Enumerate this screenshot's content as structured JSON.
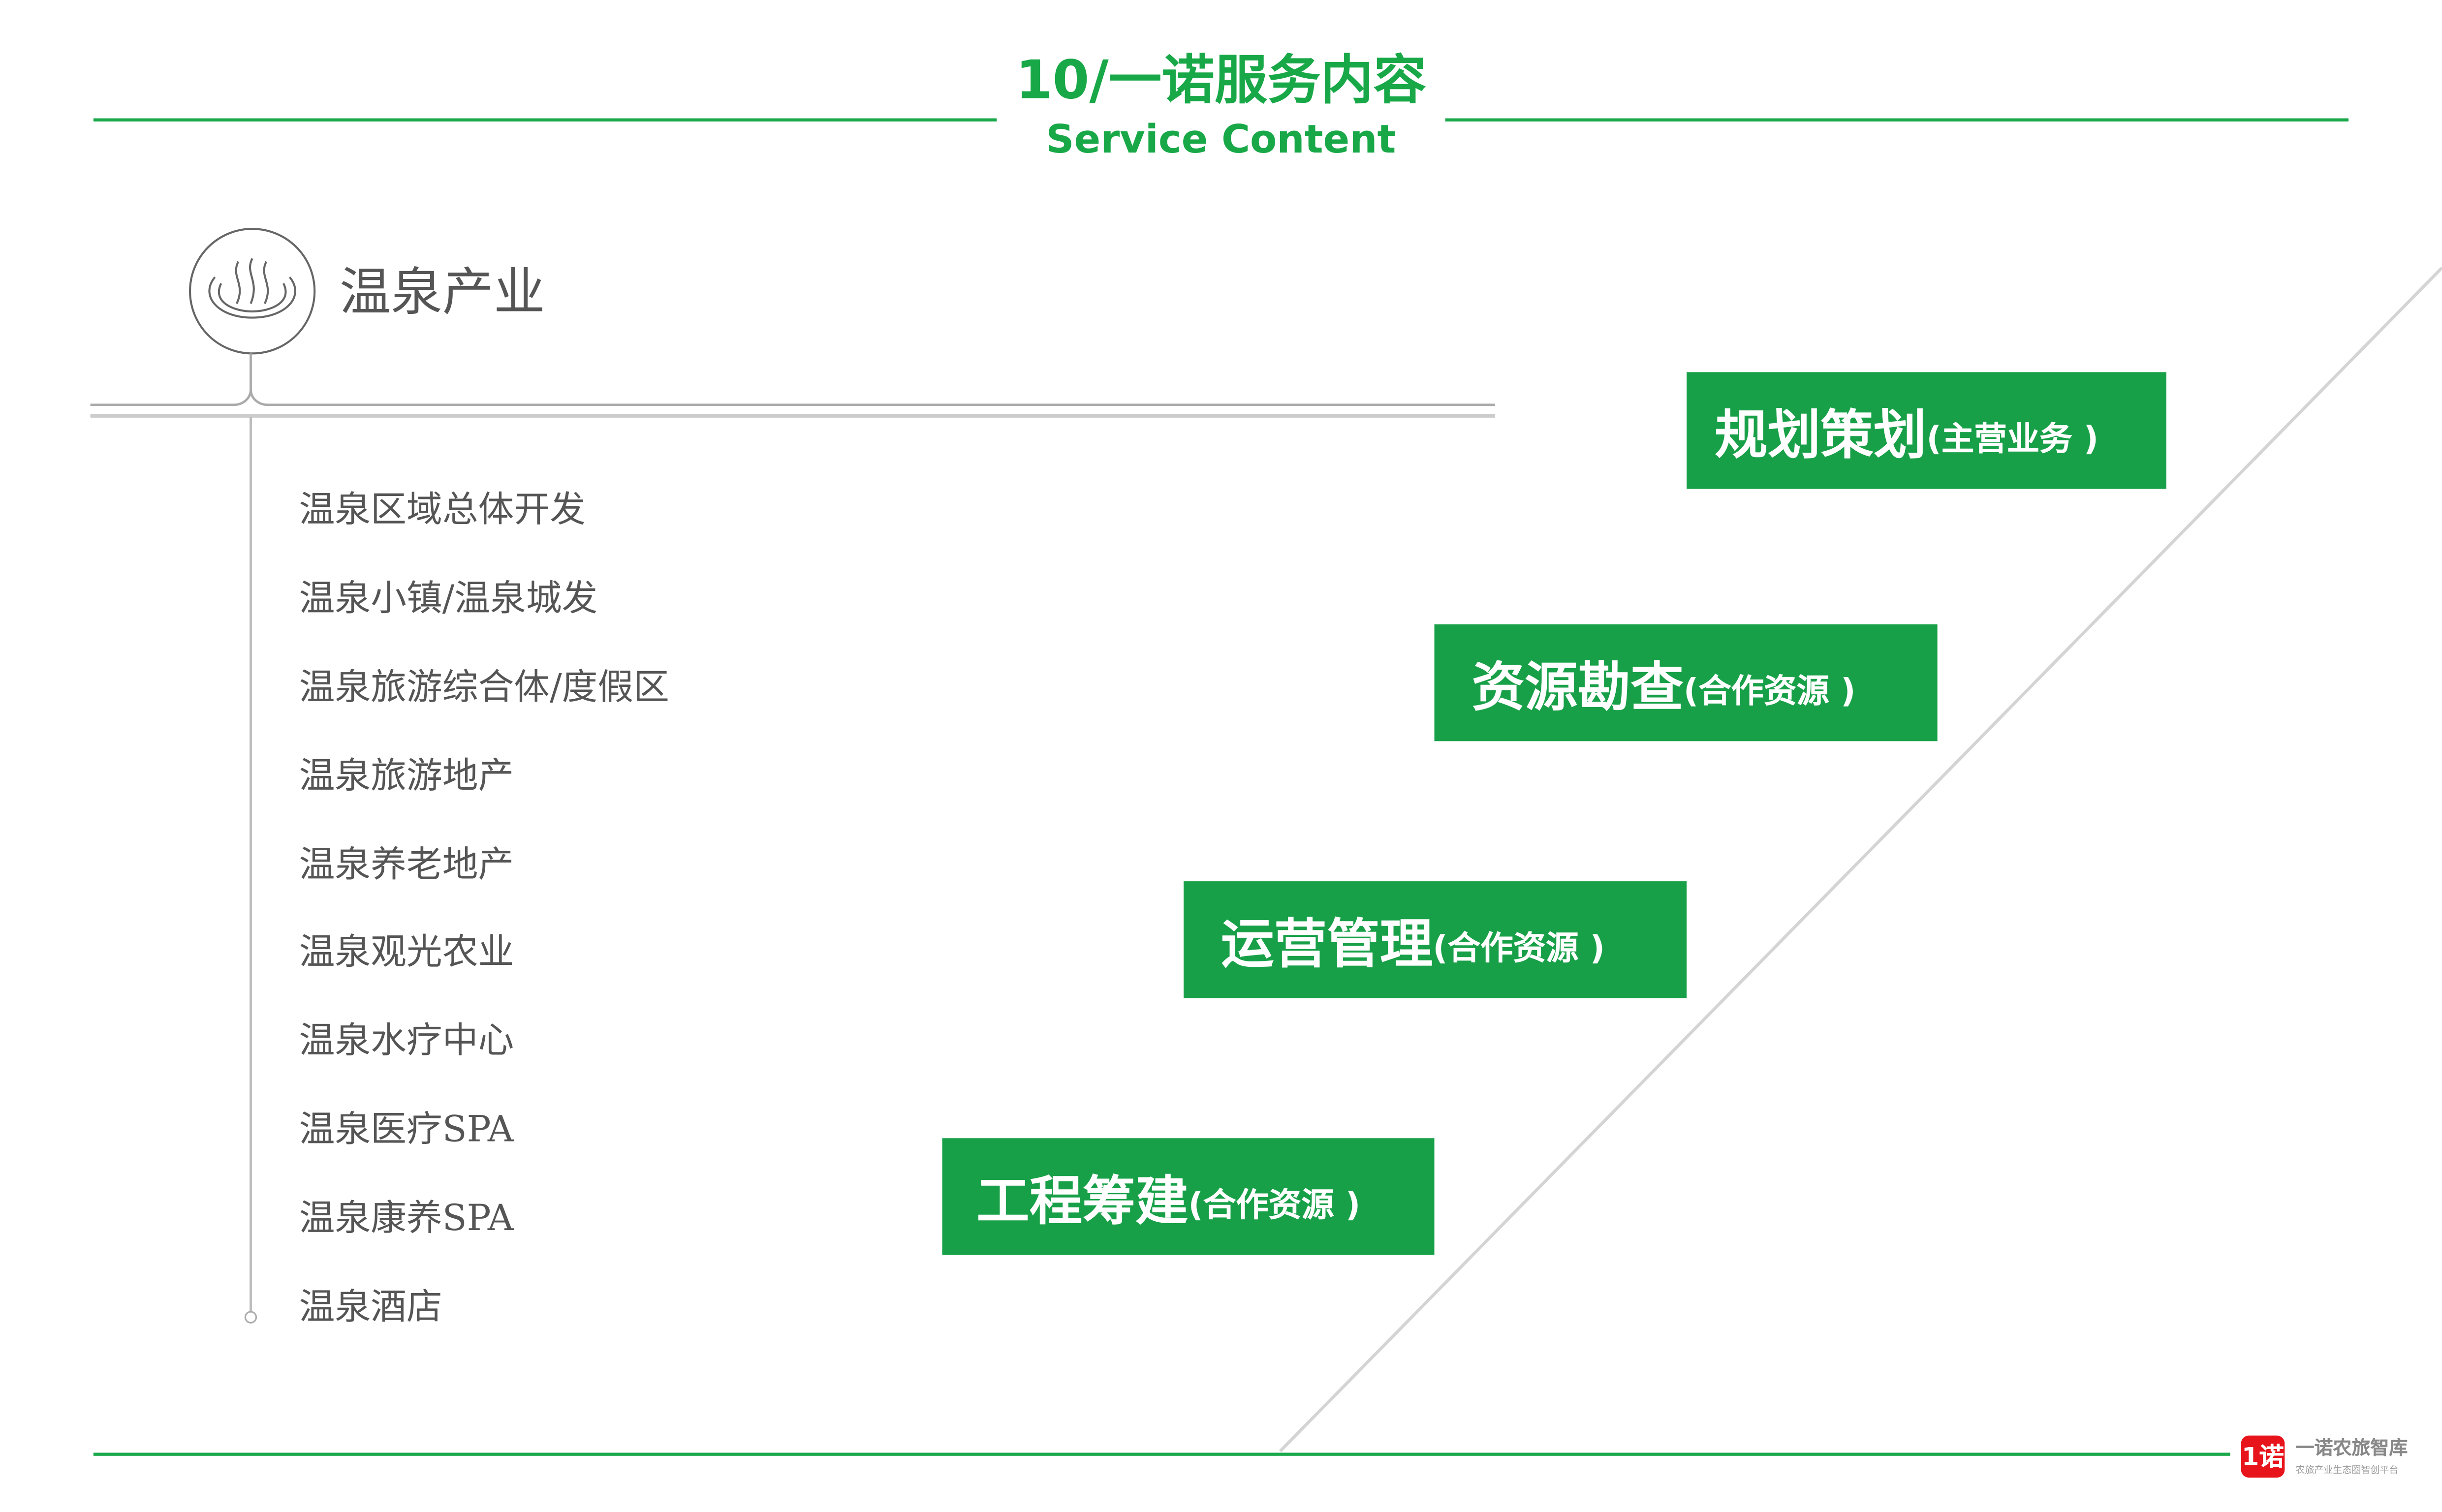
{
  "header": {
    "title": "10/一诺服务内容",
    "subtitle": "Service Content"
  },
  "category": {
    "title": "温泉产业",
    "icon": "hot-spring-icon"
  },
  "items": [
    "温泉区域总体开发",
    "温泉小镇/温泉城发",
    "温泉旅游综合体/度假区",
    "温泉旅游地产",
    "温泉养老地产",
    "温泉观光农业",
    "温泉水疗中心",
    "温泉医疗SPA",
    "温泉康养SPA",
    "温泉酒店"
  ],
  "services": [
    {
      "main": "规划策划",
      "note": "(主营业务 )"
    },
    {
      "main": "资源勘查",
      "note": "(合作资源 )"
    },
    {
      "main": "运营管理",
      "note": "(合作资源 )"
    },
    {
      "main": "工程筹建",
      "note": "(合作资源 )"
    }
  ],
  "logo": {
    "mark": "1诺",
    "name": "一诺农旅智库",
    "tagline": "农旅产业生态圈智创平台"
  },
  "colors": {
    "green": "#18a048",
    "red": "#e8141b"
  }
}
